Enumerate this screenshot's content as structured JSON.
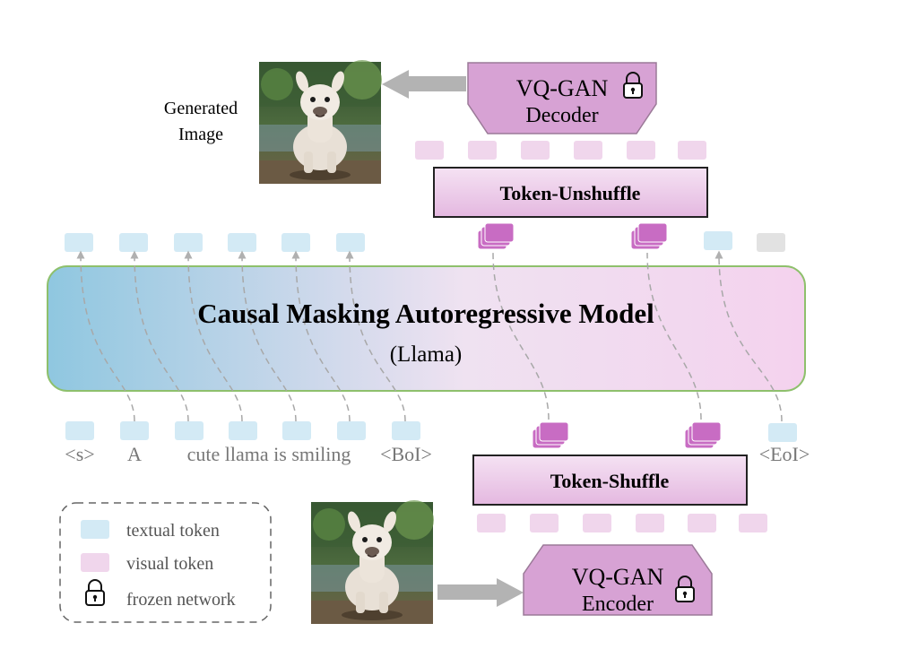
{
  "generated_image_label": [
    "Generated",
    "Image"
  ],
  "decoder": {
    "lines": [
      "VQ-GAN",
      "Decoder"
    ],
    "icon": "lock-icon"
  },
  "encoder": {
    "lines": [
      "VQ-GAN",
      "Encoder"
    ],
    "icon": "lock-icon"
  },
  "token_unshuffle_label": "Token-Unshuffle",
  "token_shuffle_label": "Token-Shuffle",
  "model": {
    "title": "Causal Masking Autoregressive Model",
    "subtitle": "(Llama)"
  },
  "input_tokens": [
    "<s>",
    "A",
    "cute llama is smiling",
    "<BoI>",
    "<EoI>"
  ],
  "legend": {
    "textual": "textual token",
    "visual": "visual  token",
    "frozen": "frozen network"
  },
  "colors": {
    "textual_token": "#d3eaf5",
    "visual_token": "#f0d6ec",
    "visual_token_dark": "#c86cc3",
    "vqgan_fill": "#d7a2d4",
    "arrow_gray": "#b3b3b3",
    "model_left": "#96cbe2",
    "model_right": "#f4d4ee",
    "model_border": "#8ec06c"
  }
}
